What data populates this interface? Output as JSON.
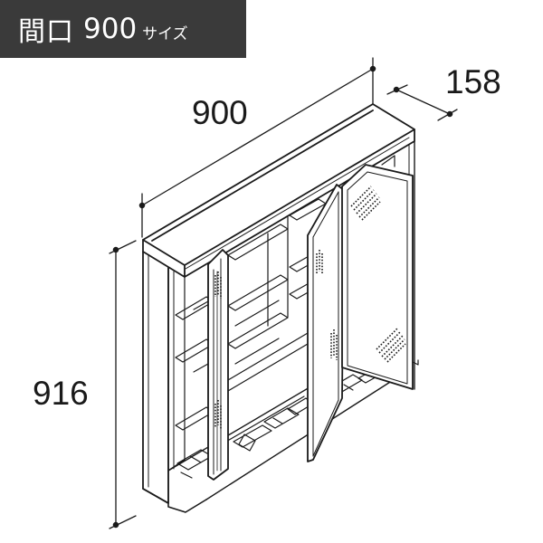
{
  "header": {
    "label": "間口",
    "size": "900",
    "suffix": "サイズ"
  },
  "dimensions": {
    "width": "900",
    "depth": "158",
    "height": "916"
  },
  "colors": {
    "header_bg": "#3a3a3a",
    "line": "#1a1a1a"
  }
}
